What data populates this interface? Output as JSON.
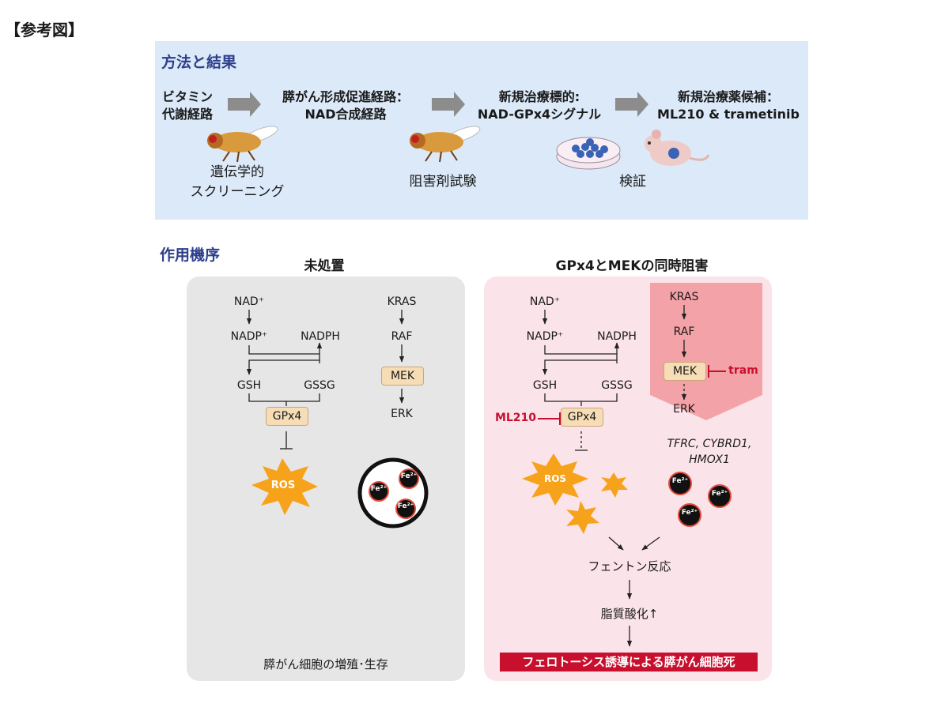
{
  "page_label": "【参考図】",
  "method": {
    "title": "方法と結果",
    "steps": [
      {
        "line1": "ビタミン",
        "line2": "代謝経路"
      },
      {
        "line1": "膵がん形成促進経路：",
        "line2": "NAD合成経路"
      },
      {
        "line1": "新規治療標的:",
        "line2": "NAD-GPx4シグナル"
      },
      {
        "line1": "新規治療薬候補：",
        "line2": "ML210 & trametinib"
      }
    ],
    "notes": [
      {
        "line1": "遺伝学的",
        "line2": "スクリーニング"
      },
      {
        "line1": "阻害剤試験",
        "line2": ""
      },
      {
        "line1": "検証",
        "line2": ""
      }
    ],
    "icons": [
      "fruit-fly-icon",
      "fruit-fly-icon",
      "petri-dish-icon",
      "mouse-icon"
    ]
  },
  "mechanism": {
    "title": "作用機序",
    "untreated": {
      "title": "未処置",
      "nad": "NAD⁺",
      "nadp": "NADP⁺",
      "nadph": "NADPH",
      "gsh": "GSH",
      "gssg": "GSSG",
      "gpx4": "GPx4",
      "ros": "ROS",
      "kras": "KRAS",
      "raf": "RAF",
      "mek": "MEK",
      "erk": "ERK",
      "fe": "Fe²⁺",
      "outcome": "膵がん細胞の増殖･生存"
    },
    "treated": {
      "title": "GPx4とMEKの同時阻害",
      "nad": "NAD⁺",
      "nadp": "NADP⁺",
      "nadph": "NADPH",
      "gsh": "GSH",
      "gssg": "GSSG",
      "gpx4": "GPx4",
      "ml210": "ML210",
      "ros": "ROS",
      "kras": "KRAS",
      "raf": "RAF",
      "mek": "MEK",
      "tram": "tram",
      "erk": "ERK",
      "genes_line1": "TFRC, CYBRD1,",
      "genes_line2": "HMOX1",
      "fe": "Fe²⁺",
      "fenton": "フェントン反応",
      "lipid": "脂質酸化↑",
      "outcome": "フェロトーシス誘導による膵がん細胞死"
    }
  },
  "colors": {
    "top_panel": "#dbe9f8",
    "title_blue": "#2d3e8c",
    "gray_panel": "#e6e6e6",
    "pink_panel": "#fbe3ea",
    "inhibitor_red": "#c8102e",
    "ros_orange": "#f7a21b",
    "enzyme_box": "#f6ddb6"
  }
}
